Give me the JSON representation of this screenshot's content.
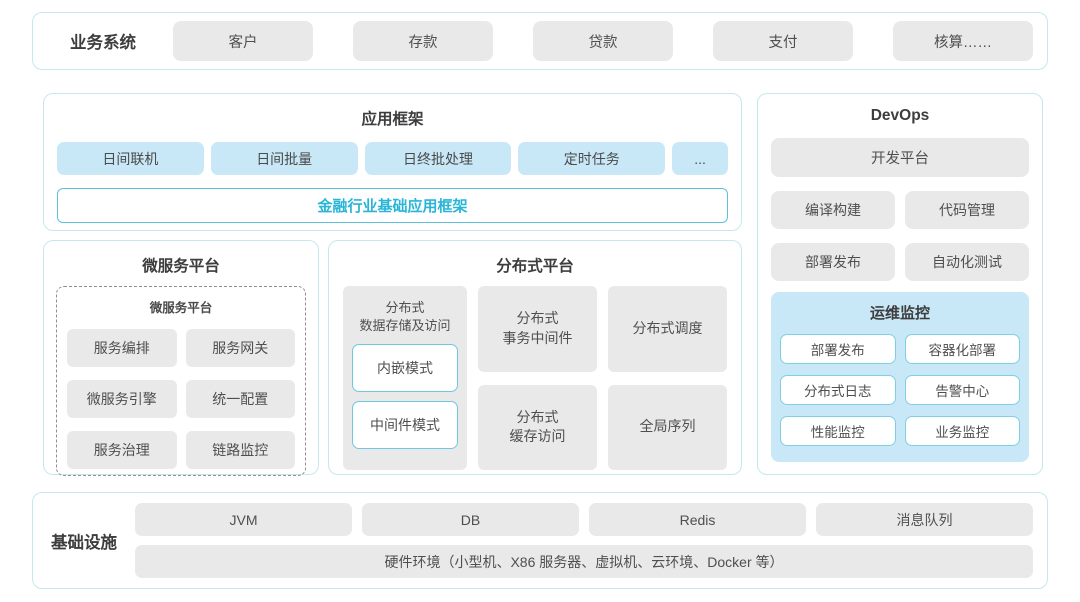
{
  "business_systems": {
    "label": "业务系统",
    "items": [
      "客户",
      "存款",
      "贷款",
      "支付",
      "核算……"
    ]
  },
  "app_framework": {
    "title": "应用框架",
    "modules": [
      "日间联机",
      "日间批量",
      "日终批处理",
      "定时任务",
      "..."
    ],
    "base_framework": "金融行业基础应用框架"
  },
  "devops": {
    "title": "DevOps",
    "dev_platform": "开发平台",
    "tools": [
      "编译构建",
      "代码管理",
      "部署发布",
      "自动化测试"
    ],
    "monitoring": {
      "title": "运维监控",
      "items": [
        "部署发布",
        "容器化部署",
        "分布式日志",
        "告警中心",
        "性能监控",
        "业务监控"
      ]
    }
  },
  "microservice_platform": {
    "title": "微服务平台",
    "inner_title": "微服务平台",
    "items": [
      "服务编排",
      "服务网关",
      "微服务引擎",
      "统一配置",
      "服务治理",
      "链路监控"
    ]
  },
  "distributed_platform": {
    "title": "分布式平台",
    "storage": {
      "label": "分布式\n数据存储及访问",
      "modes": [
        "内嵌模式",
        "中间件模式"
      ]
    },
    "cells": [
      "分布式\n事务中间件",
      "分布式调度",
      "分布式\n缓存访问",
      "全局序列"
    ]
  },
  "infrastructure": {
    "label": "基础设施",
    "items": [
      "JVM",
      "DB",
      "Redis",
      "消息队列"
    ],
    "hardware": "硬件环境（小型机、X86 服务器、虚拟机、云环境、Docker 等）"
  },
  "colors": {
    "accent_text": "#2ab5d6",
    "panel_border": "#c6e7ef",
    "grey_box": "#e9e9ea",
    "blue_box": "#c9e8f7",
    "cyan_border": "#6ec8de"
  }
}
